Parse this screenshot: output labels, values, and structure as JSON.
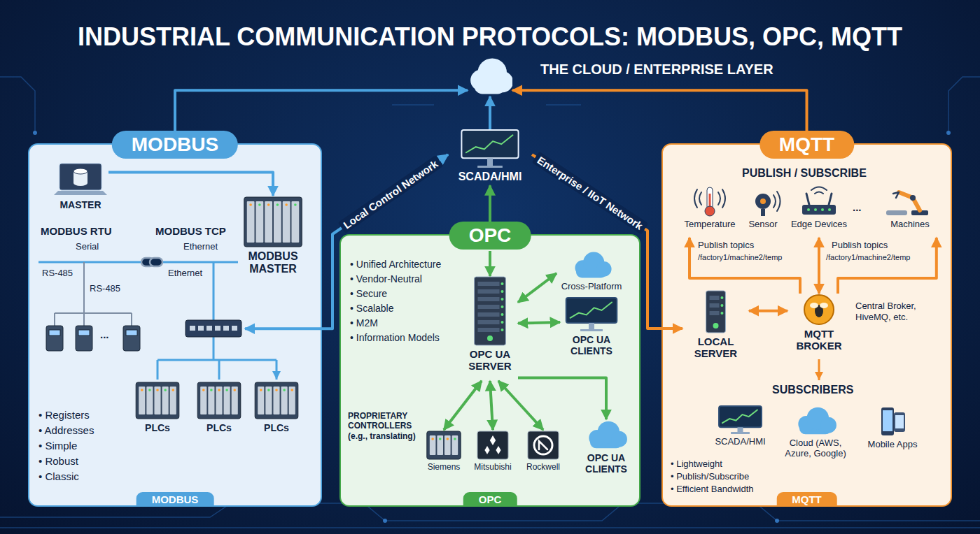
{
  "diagram": {
    "title": "INDUSTRIAL COMMUNICATION PROTOCOLS: MODBUS, OPC, MQTT",
    "nodes": [
      {
        "text": [
          "MODBUS",
          "MODBUS"
        ]
      },
      {
        "text": [
          "MASTER"
        ],
        "in": 0
      },
      {
        "text": [
          "MODBUS MASTER"
        ],
        "in": 0
      },
      {
        "text": [
          "PLCs"
        ],
        "in": 0
      },
      {
        "text": [
          "PLCs"
        ],
        "in": 0
      },
      {
        "text": [
          "PLCs"
        ],
        "in": 0
      },
      {
        "text": [
          "THE CLOUD / ENTERPRISE LAYER"
        ]
      },
      {
        "text": [
          "SCADA/HMI"
        ]
      },
      {
        "text": [
          "OPC",
          "OPC"
        ]
      },
      {
        "text": [
          "OPC UA SERVER"
        ],
        "in": 8
      },
      {
        "text": [
          "Cross-Platform"
        ],
        "in": 8
      },
      {
        "text": [
          "OPC UA CLIENTS"
        ],
        "in": 8
      },
      {
        "text": [
          "Siemens"
        ],
        "in": 8
      },
      {
        "text": [
          "Mitsubishi"
        ],
        "in": 8
      },
      {
        "text": [
          "Rockwell"
        ],
        "in": 8
      },
      {
        "text": [
          "OPC UA CLIENTS"
        ],
        "in": 8
      },
      {
        "text": [
          "MQTT",
          "MQTT"
        ]
      },
      {
        "text": [
          "Temperature"
        ],
        "in": 16
      },
      {
        "text": [
          "Sensor"
        ],
        "in": 16
      },
      {
        "text": [
          "Edge Devices"
        ],
        "in": 16
      },
      {
        "text": [
          "Machines"
        ],
        "in": 16
      },
      {
        "text": [
          "LOCAL SERVER"
        ],
        "in": 16
      },
      {
        "text": [
          "MQTT BROKER"
        ],
        "in": 16
      },
      {
        "text": [
          "SCADA/HMI"
        ],
        "in": 16
      },
      {
        "text": [
          "Cloud (AWS, Azure, Google)"
        ],
        "in": 16
      },
      {
        "text": [
          "Mobile Apps"
        ],
        "in": 16
      }
    ],
    "edges": [
      {
        "from": 1,
        "to": 2,
        "arrow": "to"
      },
      {
        "from": 0,
        "to": 6,
        "arrow": "to"
      },
      {
        "from": 7,
        "to": 6,
        "arrow": "to"
      },
      {
        "from": 16,
        "to": 6,
        "arrow": "to"
      },
      {
        "from": 7,
        "to": 0,
        "label": "Local Control Network",
        "arrow": "both"
      },
      {
        "from": 8,
        "to": 7,
        "arrow": "to"
      },
      {
        "from": 8,
        "to": 9,
        "arrow": "to"
      },
      {
        "from": 9,
        "to": 10,
        "arrow": "both"
      },
      {
        "from": 9,
        "to": 11,
        "arrow": "both"
      },
      {
        "from": 9,
        "to": 12,
        "arrow": "both"
      },
      {
        "from": 9,
        "to": 13,
        "arrow": "both"
      },
      {
        "from": 9,
        "to": 14,
        "arrow": "both"
      },
      {
        "from": 9,
        "to": 15,
        "arrow": "to"
      },
      {
        "from": 7,
        "to": 21,
        "label": "Enterprise / IIoT Network",
        "arrow": "to"
      },
      {
        "from": 21,
        "to": 22,
        "arrow": "both"
      },
      {
        "from": 22,
        "to": 17,
        "arrow": "to"
      },
      {
        "from": 22,
        "to": 19,
        "arrow": "both"
      },
      {
        "from": 22,
        "to": 20,
        "arrow": "to"
      }
    ],
    "labels": [
      "MODBUS RTU",
      "MODBUS TCP",
      "Serial",
      "Ethernet",
      "RS-485",
      "Ethernet",
      "RS-485",
      "...",
      "• Registers",
      "• Addresses",
      "• Simple",
      "• Robust",
      "• Classic",
      "• Unified Architecture",
      "• Vendor-Neutral",
      "• Secure",
      "• Scalable",
      "• M2M",
      "• Information Models",
      "PROPRIETARY CONTROLLERS (e.g., translating)",
      "PUBLISH / SUBSCRIBE",
      "...",
      "Publish topics",
      "/factory1/machine2/temp",
      "Publish topics",
      "/factory1/machine2/temp",
      "Central Broker, HiveMQ, etc.",
      "SUBSCRIBERS",
      "• Lightweight",
      "• Publish/Subscribe",
      "• Efficient Bandwidth"
    ]
  }
}
